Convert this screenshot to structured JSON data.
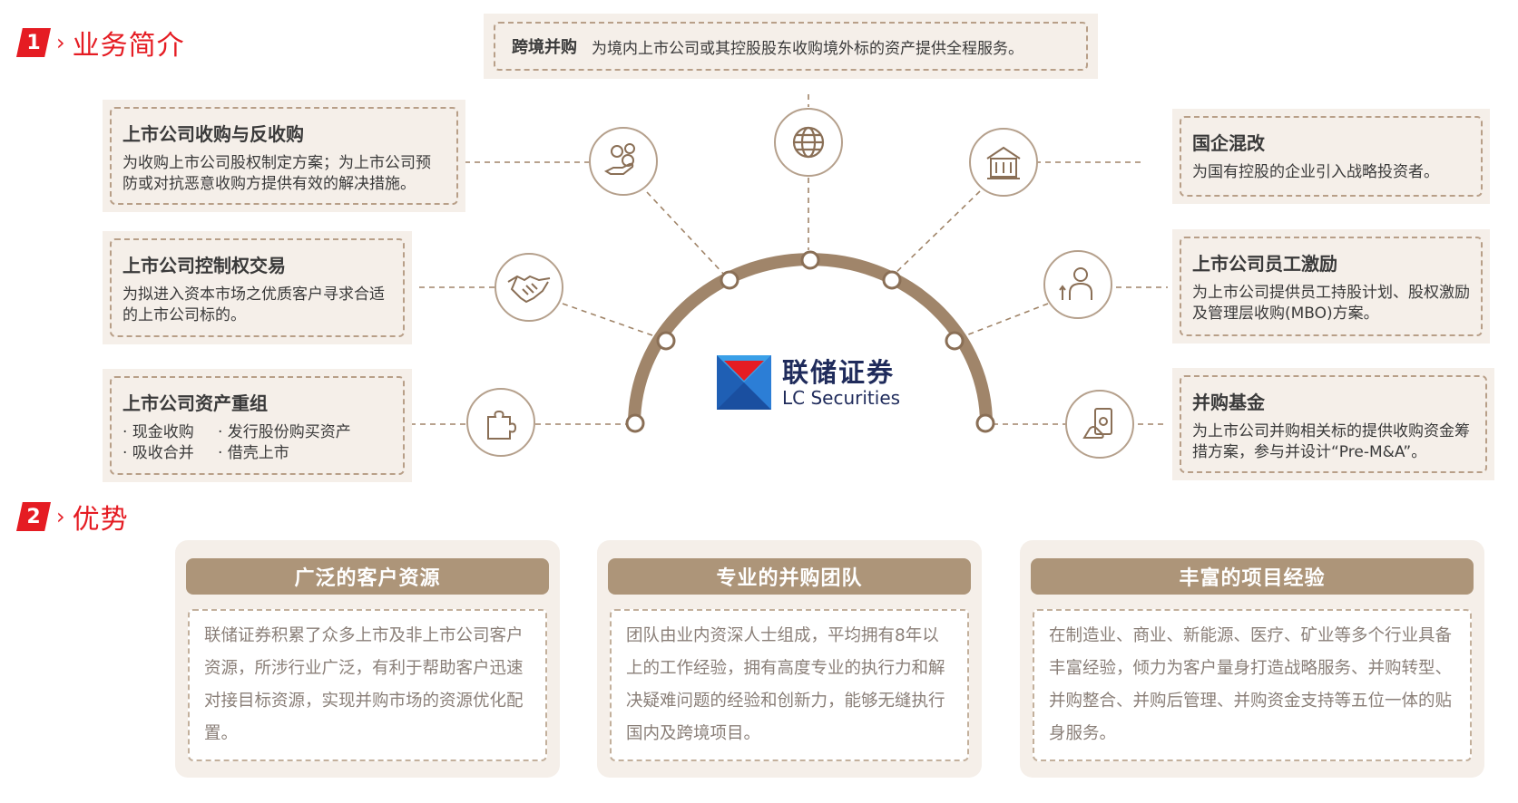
{
  "sections": {
    "intro": {
      "num": "1",
      "chevron": "›",
      "title": "业务简介"
    },
    "advantage": {
      "num": "2",
      "chevron": "›",
      "title": "优势"
    }
  },
  "services": {
    "top": {
      "title": "跨境并购",
      "desc": "为境内上市公司或其控股股东收购境外标的资产提供全程服务。",
      "icon": "globe-icon"
    },
    "left": [
      {
        "title": "上市公司收购与反收购",
        "desc": "为收购上市公司股权制定方案；为上市公司预防或对抗恶意收购方提供有效的解决措施。",
        "icon": "money-hand-icon"
      },
      {
        "title": "上市公司控制权交易",
        "desc": "为拟进入资本市场之优质客户寻求合适的上市公司标的。",
        "icon": "handshake-icon"
      },
      {
        "title": "上市公司资产重组",
        "items": [
          "· 现金收购",
          "· 发行股份购买资产",
          "· 吸收合并",
          "· 借壳上市"
        ],
        "icon": "puzzle-icon"
      }
    ],
    "right": [
      {
        "title": "国企混改",
        "desc": "为国有控股的企业引入战略投资者。",
        "icon": "building-icon"
      },
      {
        "title": "上市公司员工激励",
        "desc": "为上市公司提供员工持股计划、股权激励及管理层收购(MBO)方案。",
        "icon": "person-growth-icon"
      },
      {
        "title": "并购基金",
        "desc": "为上市公司并购相关标的提供收购资金筹措方案，参与并设计“Pre-M&A”。",
        "icon": "cash-hand-icon"
      }
    ]
  },
  "logo": {
    "cn": "联储证券",
    "en": "LC Securities"
  },
  "advantages": [
    {
      "title": "广泛的客户资源",
      "desc": "联储证券积累了众多上市及非上市公司客户资源，所涉行业广泛，有利于帮助客户迅速对接目标资源，实现并购市场的资源优化配置。"
    },
    {
      "title": "专业的并购团队",
      "desc": "团队由业内资深人士组成，平均拥有8年以上的工作经验，拥有高度专业的执行力和解决疑难问题的经验和创新力，能够无缝执行国内及跨境项目。"
    },
    {
      "title": "丰富的项目经验",
      "desc": "在制造业、商业、新能源、医疗、矿业等多个行业具备丰富经验，倾力为客户量身打造战略服务、并购转型、并购整合、并购后管理、并购资金支持等五位一体的贴身服务。"
    }
  ],
  "colors": {
    "accent": "#e51c23",
    "brown": "#a08468",
    "card": "#f5efe9",
    "logo_blue": "#1f2b5b"
  }
}
